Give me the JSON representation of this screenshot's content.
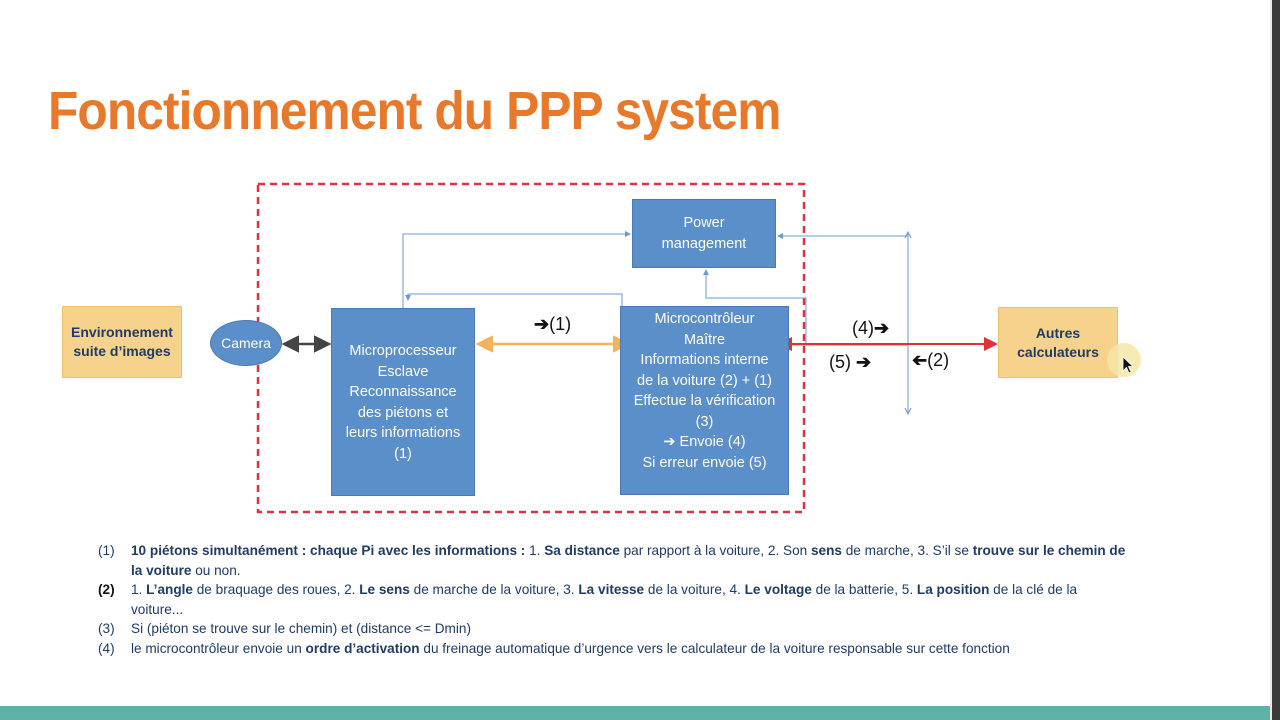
{
  "title": "Fonctionnement du PPP system",
  "colors": {
    "title": "#e8782a",
    "box_blue": "#5b8fc9",
    "box_yellow": "#f7d28c",
    "frame_red": "#e03040",
    "link_orange": "#f2b35a",
    "link_red": "#e0303a",
    "bottom_bar": "#5fb3a6"
  },
  "nodes": {
    "environnement": [
      "Environnement",
      "suite d’images"
    ],
    "camera": "Camera",
    "microprocesseur": [
      "Microprocesseur",
      "Esclave",
      "Reconnaissance",
      "des piétons et",
      "leurs informations",
      "(1)"
    ],
    "power": [
      "Power",
      "management"
    ],
    "microcontroleur": [
      "Microcontrôleur",
      "Maître",
      "Informations interne",
      "de la voiture (2) + (1)",
      "Effectue la vérification",
      "(3)",
      "➔ Envoie (4)",
      "Si erreur envoie (5)"
    ],
    "autres": [
      "Autres",
      "calculateurs"
    ]
  },
  "arrow_labels": {
    "a1": "(1)",
    "a4": "(4)",
    "a5": "(5)",
    "a2": "(2)"
  },
  "notes": [
    {
      "num": "(1)",
      "num_bold": false,
      "parts": [
        {
          "t": "10 piétons simultanément : chaque Pi avec les informations :  ",
          "b": true
        },
        {
          "t": "1. ",
          "b": false
        },
        {
          "t": "Sa distance",
          "b": true
        },
        {
          "t": " par rapport à la voiture, 2. Son ",
          "b": false
        },
        {
          "t": "sens",
          "b": true
        },
        {
          "t": " de marche, 3. S’il se ",
          "b": false
        },
        {
          "t": "trouve sur le chemin de la voiture",
          "b": true
        },
        {
          "t": " ou non.",
          "b": false
        }
      ]
    },
    {
      "num": "(2)",
      "num_bold": true,
      "parts": [
        {
          "t": " 1. ",
          "b": false
        },
        {
          "t": "L’angle",
          "b": true
        },
        {
          "t": " de braquage des roues, 2. ",
          "b": false
        },
        {
          "t": "Le sens",
          "b": true
        },
        {
          "t": " de marche de la voiture, 3. ",
          "b": false
        },
        {
          "t": "La vitesse",
          "b": true
        },
        {
          "t": " de la voiture, 4. ",
          "b": false
        },
        {
          "t": "Le voltage",
          "b": true
        },
        {
          "t": " de la batterie, 5. ",
          "b": false
        },
        {
          "t": "La position",
          "b": true
        },
        {
          "t": " de la clé de la voiture...",
          "b": false
        }
      ]
    },
    {
      "num": "(3)",
      "num_bold": false,
      "parts": [
        {
          "t": " Si (piéton se trouve sur le chemin) et (distance <= Dmin)",
          "b": false
        }
      ]
    },
    {
      "num": "(4)",
      "num_bold": false,
      "parts": [
        {
          "t": "le microcontrôleur envoie un ",
          "b": false
        },
        {
          "t": "ordre d’activation",
          "b": true
        },
        {
          "t": " du freinage automatique d’urgence vers le calculateur de la voiture responsable sur cette fonction",
          "b": false
        }
      ]
    }
  ]
}
